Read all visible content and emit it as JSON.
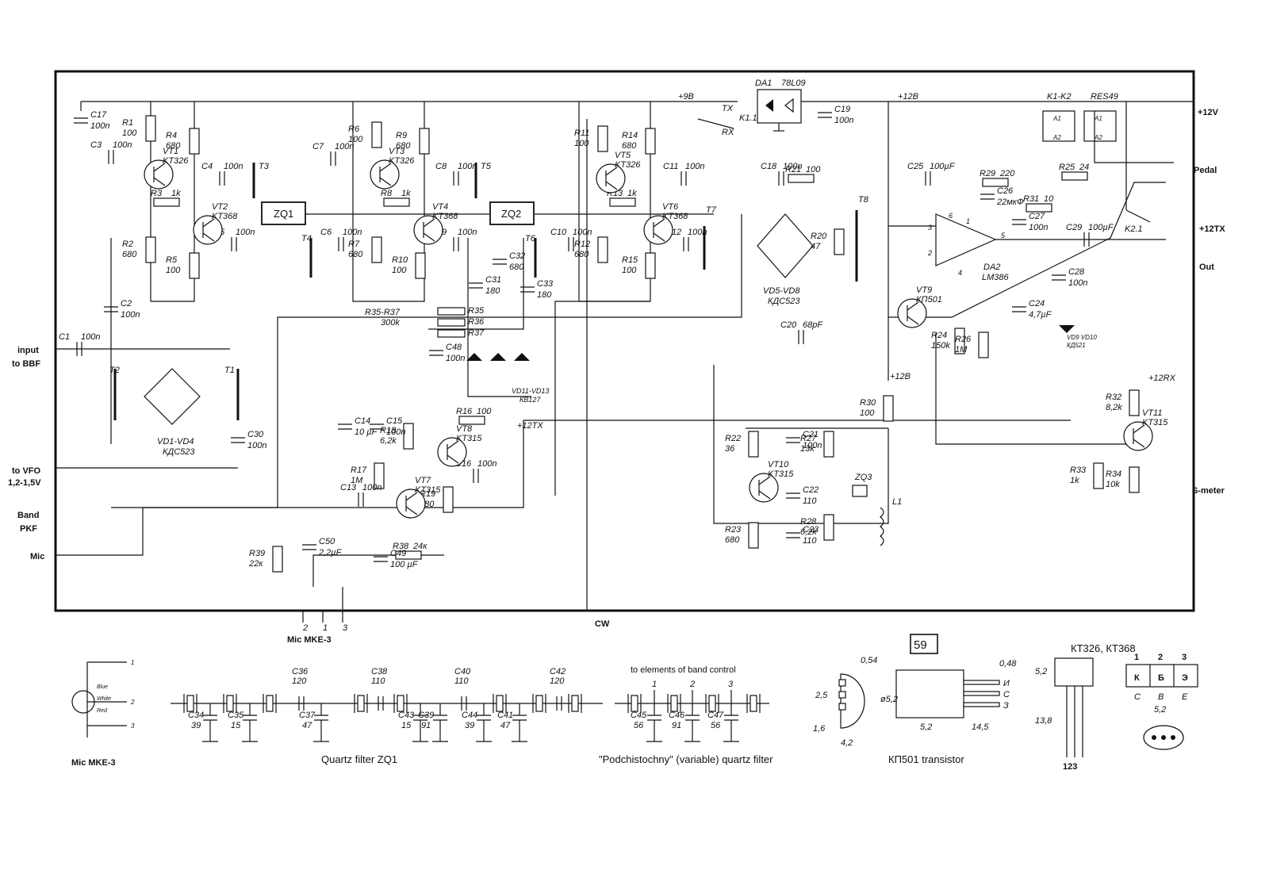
{
  "schematic": {
    "page_number": "59",
    "connectors": {
      "input_bbf": [
        "input",
        "to BBF"
      ],
      "vfo": [
        "to VFO",
        "1,2-1,5V"
      ],
      "band": [
        "Band",
        "PKF"
      ],
      "mic": "Mic",
      "plus12v": "+12V",
      "pedal": "Pedal",
      "plus12tx": "+12TX",
      "out": "Out",
      "smeter": "S-meter",
      "cw": "CW",
      "mic_mke": "Mic MKE-3",
      "mic_pins": [
        "2",
        "1",
        "3"
      ]
    },
    "rails": {
      "p9": "+9B",
      "p12": "+12B",
      "p12b": "+12B",
      "tx12": "+12TX",
      "rx12": "+12RX"
    },
    "regulator": {
      "ref": "DA1",
      "part": "78L09"
    },
    "relays": {
      "ref": "K1-K2",
      "part": "RES49",
      "a1": "A1",
      "a2": "A2",
      "k11": "K1.1",
      "k21": "K2.1",
      "tx": "TX",
      "rx": "RX"
    },
    "amp": {
      "ref": "DA2",
      "part": "LM386",
      "pins": [
        "3",
        "2",
        "6",
        "1",
        "4",
        "5"
      ]
    },
    "transistors": [
      {
        "ref": "VT1",
        "part": "KT326"
      },
      {
        "ref": "VT2",
        "part": "KT368"
      },
      {
        "ref": "VT3",
        "part": "KT326"
      },
      {
        "ref": "VT4",
        "part": "KT368"
      },
      {
        "ref": "VT5",
        "part": "KT326"
      },
      {
        "ref": "VT6",
        "part": "KT368"
      },
      {
        "ref": "VT7",
        "part": "KT315"
      },
      {
        "ref": "VT8",
        "part": "KT315"
      },
      {
        "ref": "VT9",
        "part": "КП501"
      },
      {
        "ref": "VT10",
        "part": "KT315"
      },
      {
        "ref": "VT11",
        "part": "KT315"
      }
    ],
    "resistors": [
      {
        "ref": "R1",
        "val": "100"
      },
      {
        "ref": "R2",
        "val": "680"
      },
      {
        "ref": "R3",
        "val": "1k"
      },
      {
        "ref": "R4",
        "val": "680"
      },
      {
        "ref": "R5",
        "val": "100"
      },
      {
        "ref": "R6",
        "val": "100"
      },
      {
        "ref": "R7",
        "val": "680"
      },
      {
        "ref": "R8",
        "val": "1k"
      },
      {
        "ref": "R9",
        "val": "680"
      },
      {
        "ref": "R10",
        "val": "100"
      },
      {
        "ref": "R11",
        "val": "100"
      },
      {
        "ref": "R12",
        "val": "680"
      },
      {
        "ref": "R13",
        "val": "1k"
      },
      {
        "ref": "R14",
        "val": "680"
      },
      {
        "ref": "R15",
        "val": "100"
      },
      {
        "ref": "R16",
        "val": "100"
      },
      {
        "ref": "R17",
        "val": "1M"
      },
      {
        "ref": "R18",
        "val": "6,2k"
      },
      {
        "ref": "R19",
        "val": "680"
      },
      {
        "ref": "R20",
        "val": "47"
      },
      {
        "ref": "R21",
        "val": "100"
      },
      {
        "ref": "R22",
        "val": "36"
      },
      {
        "ref": "R23",
        "val": "680"
      },
      {
        "ref": "R24",
        "val": "150k"
      },
      {
        "ref": "R25",
        "val": "24"
      },
      {
        "ref": "R26",
        "val": "1M"
      },
      {
        "ref": "R27",
        "val": "13k"
      },
      {
        "ref": "R28",
        "val": "6,2k"
      },
      {
        "ref": "R29",
        "val": "220"
      },
      {
        "ref": "R30",
        "val": "100"
      },
      {
        "ref": "R31",
        "val": "10"
      },
      {
        "ref": "R32",
        "val": "8,2k"
      },
      {
        "ref": "R33",
        "val": "1k"
      },
      {
        "ref": "R34",
        "val": "10k"
      },
      {
        "ref": "R38",
        "val": "24к"
      },
      {
        "ref": "R39",
        "val": "22к"
      }
    ],
    "r35_37": {
      "refs": [
        "R35",
        "R36",
        "R37"
      ],
      "group": "R35-R37",
      "val": "300k"
    },
    "capacitors": [
      {
        "ref": "C1",
        "val": "100n"
      },
      {
        "ref": "C2",
        "val": "100n"
      },
      {
        "ref": "C3",
        "val": "100n"
      },
      {
        "ref": "C4",
        "val": "100n"
      },
      {
        "ref": "C5",
        "val": "100n"
      },
      {
        "ref": "C6",
        "val": "100n"
      },
      {
        "ref": "C7",
        "val": "100n"
      },
      {
        "ref": "C8",
        "val": "100n"
      },
      {
        "ref": "C9",
        "val": "100n"
      },
      {
        "ref": "C10",
        "val": "100n"
      },
      {
        "ref": "C11",
        "val": "100n"
      },
      {
        "ref": "C12",
        "val": "100n"
      },
      {
        "ref": "C13",
        "val": "100n"
      },
      {
        "ref": "C14",
        "val": "10 µF"
      },
      {
        "ref": "C15",
        "val": "100n"
      },
      {
        "ref": "C16",
        "val": "100n"
      },
      {
        "ref": "C17",
        "val": "100n"
      },
      {
        "ref": "C18",
        "val": "100n"
      },
      {
        "ref": "C19",
        "val": "100n"
      },
      {
        "ref": "C20",
        "val": "68pF"
      },
      {
        "ref": "C21",
        "val": "100n"
      },
      {
        "ref": "C22",
        "val": "110"
      },
      {
        "ref": "C23",
        "val": "110"
      },
      {
        "ref": "C24",
        "val": "4,7µF"
      },
      {
        "ref": "C25",
        "val": "100µF"
      },
      {
        "ref": "C26",
        "val": "22мкФ"
      },
      {
        "ref": "C27",
        "val": "100n"
      },
      {
        "ref": "C28",
        "val": "100n"
      },
      {
        "ref": "C29",
        "val": "100µF"
      },
      {
        "ref": "C30",
        "val": "100n"
      },
      {
        "ref": "C31",
        "val": "180"
      },
      {
        "ref": "C32",
        "val": "680"
      },
      {
        "ref": "C33",
        "val": "180"
      },
      {
        "ref": "C48",
        "val": "100n"
      },
      {
        "ref": "C49",
        "val": "100 µF"
      },
      {
        "ref": "C50",
        "val": "2,2µF"
      }
    ],
    "transformers": [
      "T1",
      "T2",
      "T3",
      "T4",
      "T5",
      "T6",
      "T7",
      "T8"
    ],
    "filters": [
      "ZQ1",
      "ZQ2",
      "ZQ3"
    ],
    "inductor": "L1",
    "diodes": {
      "vd1_4": [
        "VD1-VD4",
        "КДС523"
      ],
      "vd5_8": [
        "VD5-VD8",
        "КДС523"
      ],
      "vd9_10": [
        "VD9 VD10",
        "КД521"
      ],
      "vd11_13": [
        "VD11-VD13",
        "КВ127"
      ]
    }
  },
  "mic_detail": {
    "wires": [
      "Blue",
      "White",
      "Red"
    ],
    "pins": [
      "1",
      "2",
      "3"
    ],
    "caption": "Mic MKE-3"
  },
  "quartz_filter": {
    "caption": "Quartz filter ZQ1",
    "caps": [
      {
        "ref": "C34",
        "val": "39"
      },
      {
        "ref": "C35",
        "val": "15"
      },
      {
        "ref": "C36",
        "val": "120"
      },
      {
        "ref": "C37",
        "val": "47"
      },
      {
        "ref": "C38",
        "val": "110"
      },
      {
        "ref": "C39",
        "val": "91"
      },
      {
        "ref": "C40",
        "val": "110"
      },
      {
        "ref": "C41",
        "val": "47"
      },
      {
        "ref": "C42",
        "val": "120"
      },
      {
        "ref": "C43",
        "val": "15"
      },
      {
        "ref": "C44",
        "val": "39"
      }
    ]
  },
  "variable_filter": {
    "caption": "\"Podchistochny\" (variable) quartz filter",
    "note": "to elements of band control",
    "taps": [
      "1",
      "2",
      "3"
    ],
    "caps": [
      {
        "ref": "C45",
        "val": "56"
      },
      {
        "ref": "C46",
        "val": "91"
      },
      {
        "ref": "C47",
        "val": "56"
      }
    ]
  },
  "kp501": {
    "caption": "КП501 transistor",
    "dims": [
      "0,54",
      "2,5",
      "1,6",
      "4,2",
      "ø5,2",
      "5,2",
      "14,5",
      "0,48"
    ],
    "pins": [
      "И",
      "С",
      "З"
    ]
  },
  "kt326": {
    "title": "КТ326, КТ368",
    "pin_numbers": [
      "1",
      "2",
      "3"
    ],
    "pins_ru": [
      "К",
      "Б",
      "Э"
    ],
    "pins_en": [
      "C",
      "B",
      "E"
    ],
    "dims": [
      "5,2",
      "13,8",
      "5,2"
    ],
    "bottom": "123"
  }
}
